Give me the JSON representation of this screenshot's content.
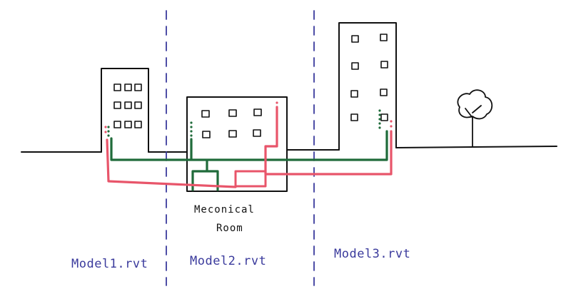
{
  "colors": {
    "ink": "#111111",
    "model_label": "#3a3a9c",
    "divider": "#3a3a9c",
    "supply_pipe": "#1f6b3a",
    "return_pipe": "#e8556a"
  },
  "icons": [
    "tree-icon"
  ],
  "mechanical_room": {
    "line1": "Meconical",
    "line2": "Room"
  },
  "models": [
    {
      "label": "Model1.rvt"
    },
    {
      "label": "Model2.rvt"
    },
    {
      "label": "Model3.rvt"
    }
  ]
}
